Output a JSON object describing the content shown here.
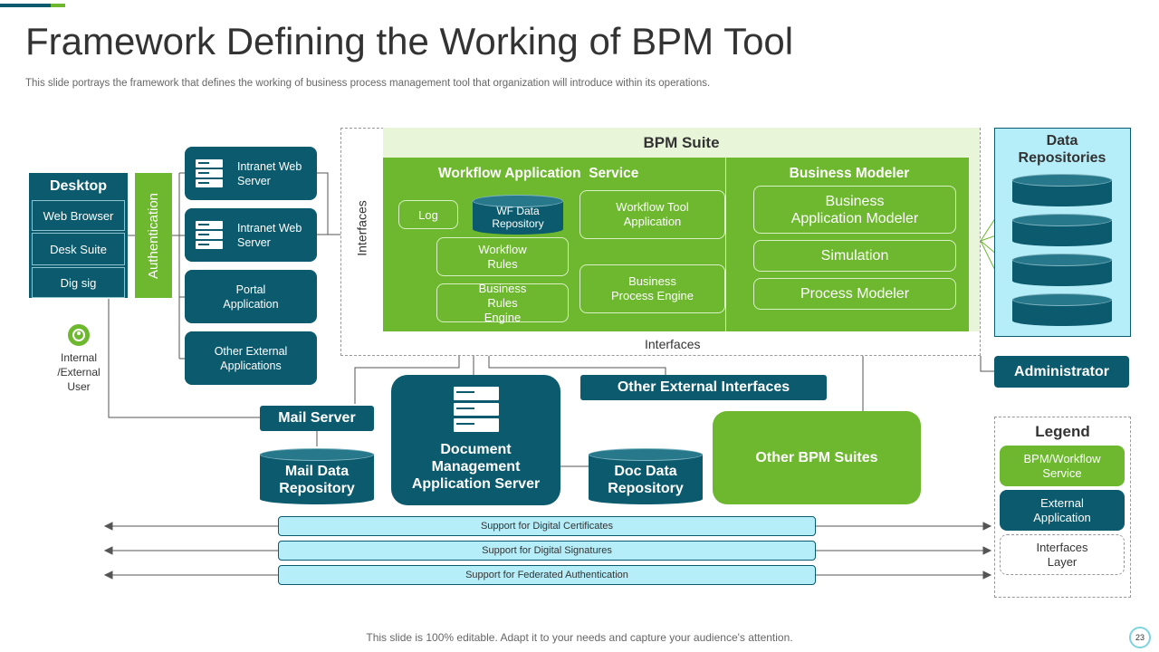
{
  "title": "Framework Defining the Working of BPM Tool",
  "subtitle": "This slide portrays the framework that defines the working of business process management tool that organization will introduce within its operations.",
  "footer": "This slide is 100% editable. Adapt it to your needs and capture your audience's attention.",
  "page_number": "23",
  "desktop": {
    "title": "Desktop",
    "items": [
      "Web Browser",
      "Desk Suite",
      "Dig sig"
    ]
  },
  "authentication": "Authentication",
  "user_label": "Internal /External User",
  "servers": [
    "Intranet Web Server",
    "Intranet Web Server"
  ],
  "apps": [
    "Portal Application",
    "Other External Applications"
  ],
  "interfaces_left": "Interfaces",
  "interfaces_bottom": "Interfaces",
  "bpm_suite": {
    "title": "BPM Suite",
    "workflow_title": "Workflow Application  Service",
    "log": "Log",
    "wf_data_repo": "WF Data Repository",
    "workflow_tool": "Workflow Tool Application",
    "workflow_rules": "Workflow Rules",
    "business_process_engine": "Business Process Engine",
    "business_rules_engine": "Business Rules Engine",
    "modeler_title": "Business Modeler",
    "modeler_items": [
      "Business Application Modeler",
      "Simulation",
      "Process Modeler"
    ]
  },
  "data_repositories": "Data Repositories",
  "administrator": "Administrator",
  "mail_server": "Mail Server",
  "mail_data_repo": "Mail Data Repository",
  "doc_mgmt_server": "Document Management Application Server",
  "doc_data_repo": "Doc Data Repository",
  "other_ext_interfaces": "Other External Interfaces",
  "other_bpm_suites": "Other BPM Suites",
  "legend": {
    "title": "Legend",
    "items": [
      "BPM/Workflow Service",
      "External Application",
      "Interfaces Layer"
    ]
  },
  "support_bars": [
    "Support for Digital Certificates",
    "Support for Digital Signatures",
    "Support for Federated Authentication"
  ],
  "colors": {
    "teal": "#0b5a6e",
    "green": "#6db82f",
    "light_green": "#e8f5d8",
    "light_blue": "#b5edf8"
  }
}
